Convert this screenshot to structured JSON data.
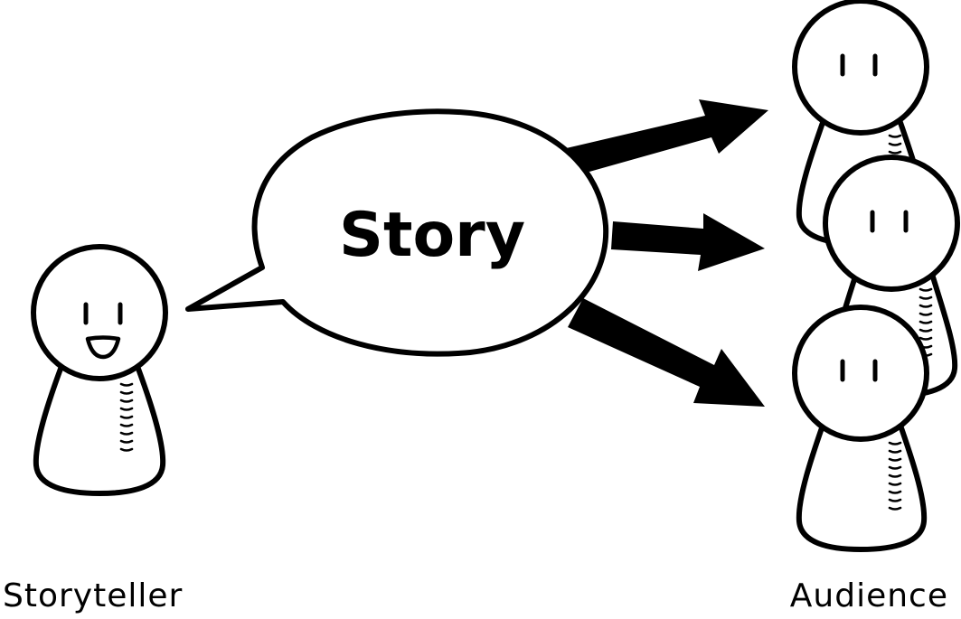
{
  "diagram": {
    "bubble_text": "Story",
    "storyteller_label": "Storyteller",
    "audience_label": "Audience"
  },
  "icons": {
    "storyteller": "smiling-person-icon",
    "audience_member": "person-icon",
    "speech_bubble": "speech-bubble-icon",
    "arrow": "arrow-icon"
  }
}
